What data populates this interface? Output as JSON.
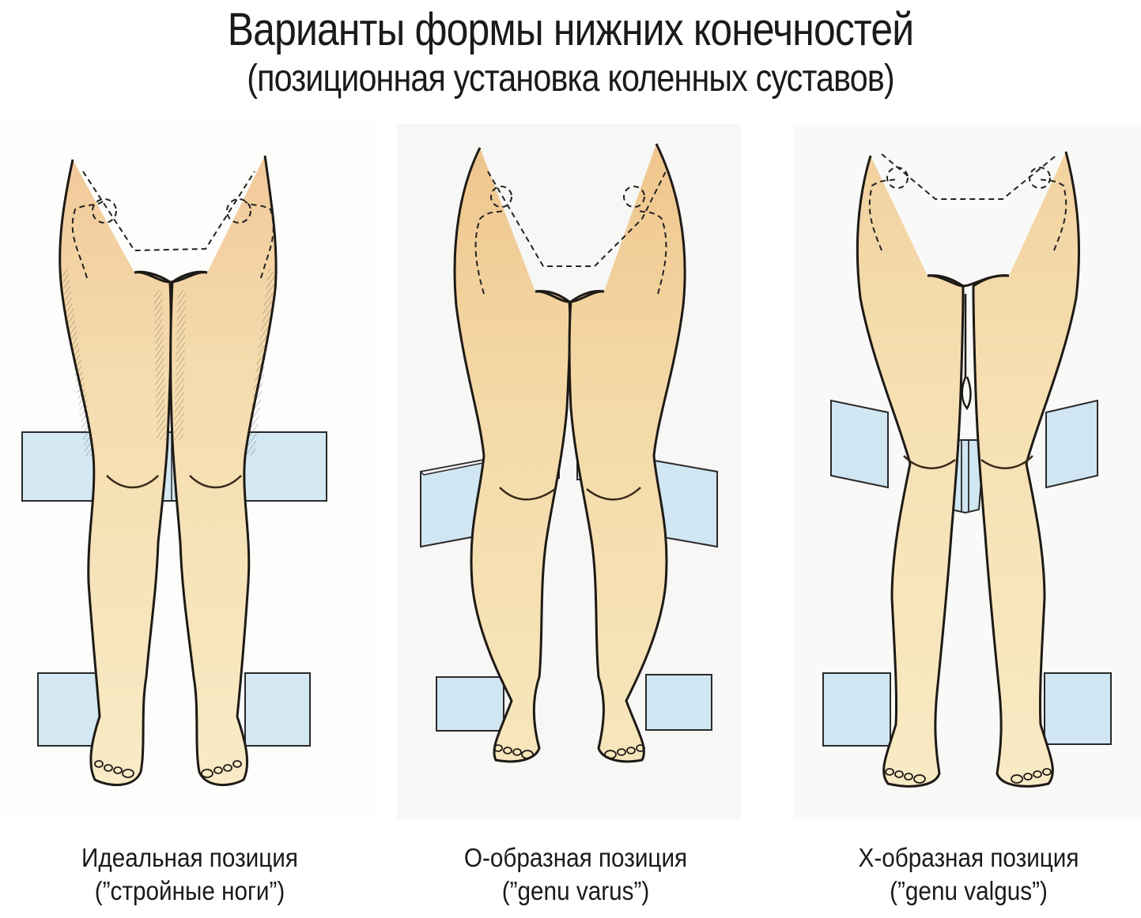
{
  "header": {
    "title": "Варианты формы нижних конечностей",
    "subtitle": "(позиционная установка коленных суставов)"
  },
  "panels": [
    {
      "id": "ideal",
      "caption_line1": "Идеальная позиция",
      "caption_line2": "(”стройные ноги”)"
    },
    {
      "id": "varus",
      "caption_line1": "О-образная позиция",
      "caption_line2": "(”genu varus”)"
    },
    {
      "id": "valgus",
      "caption_line1": "Х-образная позиция",
      "caption_line2": "(”genu valgus”)"
    }
  ],
  "colors": {
    "skin_light": "#f7e6bf",
    "skin_warm": "#efc992",
    "outline": "#1e1a16",
    "block_blue": "#cfe6f3",
    "block_edge": "#2a2a2a"
  }
}
